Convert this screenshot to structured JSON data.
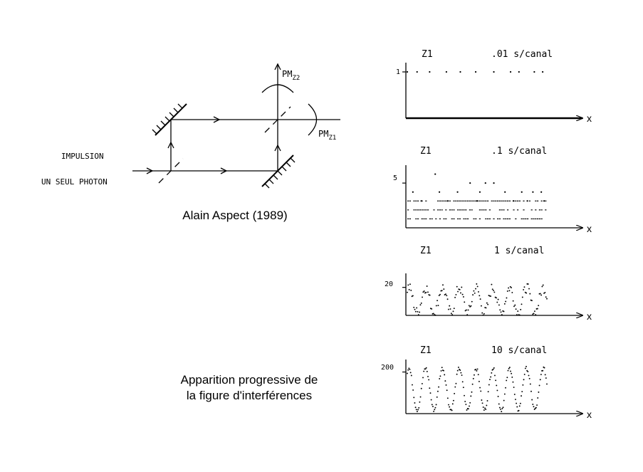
{
  "setup": {
    "input_label_1": "IMPULSION",
    "input_label_2": "UN SEUL PHOTON",
    "detector_z2": "PM",
    "detector_z2_sub": "Z2",
    "detector_z1": "PM",
    "detector_z1_sub": "Z1",
    "caption": "Alain Aspect (1989)"
  },
  "summary_caption_line1": "Apparition progressive de",
  "summary_caption_line2": "la figure d'interférences",
  "chart_data": [
    {
      "type": "scatter",
      "title": "Z1",
      "subtitle": ".01 s/canal",
      "xlabel": "x",
      "ytick": "1",
      "ylim": [
        0,
        1.2
      ],
      "points": [
        [
          0,
          1
        ],
        [
          0.07,
          1
        ],
        [
          0.16,
          1
        ],
        [
          0.28,
          1
        ],
        [
          0.38,
          1
        ],
        [
          0.49,
          1
        ],
        [
          0.62,
          1
        ],
        [
          0.74,
          1
        ],
        [
          0.8,
          1
        ],
        [
          0.91,
          1
        ],
        [
          0.97,
          1
        ]
      ]
    },
    {
      "type": "scatter",
      "title": "Z1",
      "subtitle": ".1 s/canal",
      "xlabel": "x",
      "ytick": "5",
      "ylim": [
        0,
        7
      ],
      "baseline_counts": [
        0,
        1,
        2,
        3
      ],
      "points": [
        [
          0.04,
          4
        ],
        [
          0.1,
          3
        ],
        [
          0.2,
          6
        ],
        [
          0.23,
          4
        ],
        [
          0.29,
          3
        ],
        [
          0.36,
          4
        ],
        [
          0.45,
          5
        ],
        [
          0.5,
          3
        ],
        [
          0.52,
          4
        ],
        [
          0.56,
          5
        ],
        [
          0.62,
          5
        ],
        [
          0.7,
          4
        ],
        [
          0.76,
          3
        ],
        [
          0.82,
          4
        ],
        [
          0.86,
          3
        ],
        [
          0.9,
          4
        ],
        [
          0.96,
          4
        ],
        [
          0.98,
          3
        ]
      ]
    },
    {
      "type": "line",
      "title": "Z1",
      "subtitle": "1 s/canal",
      "xlabel": "x",
      "ytick": "20",
      "ylim": [
        0,
        30
      ],
      "mean": 11,
      "amplitude": 9,
      "periods": 8.3,
      "noise": 4
    },
    {
      "type": "line",
      "title": "Z1",
      "subtitle": "10 s/canal",
      "xlabel": "x",
      "ytick": "200",
      "ylim": [
        0,
        260
      ],
      "mean": 118,
      "amplitude": 100,
      "periods": 8.3,
      "noise": 10
    }
  ]
}
